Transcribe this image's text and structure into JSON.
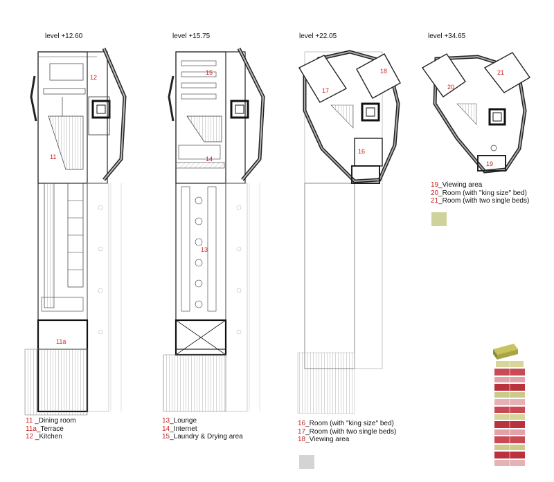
{
  "levels": [
    {
      "label": "level +12.60",
      "rooms": [
        {
          "num": "12"
        },
        {
          "num": "11"
        },
        {
          "num": "11a"
        }
      ],
      "legend": [
        {
          "num": "11",
          "text": " _Dining room"
        },
        {
          "num": "11a",
          "text": "_Terrace"
        },
        {
          "num": "12",
          "text": " _Kitchen"
        }
      ]
    },
    {
      "label": "level +15.75",
      "rooms": [
        {
          "num": "15"
        },
        {
          "num": "14"
        },
        {
          "num": "13"
        }
      ],
      "legend": [
        {
          "num": "13",
          "text": "_Lounge"
        },
        {
          "num": "14",
          "text": "_Internet"
        },
        {
          "num": "15",
          "text": "_Laundry & Drying area"
        }
      ]
    },
    {
      "label": "level +22.05",
      "rooms": [
        {
          "num": "17"
        },
        {
          "num": "18"
        },
        {
          "num": "16"
        }
      ],
      "legend": [
        {
          "num": "16",
          "text": "_Room (with \"king size\" bed)"
        },
        {
          "num": "17",
          "text": "_Room (with two single beds)"
        },
        {
          "num": "18",
          "text": "_Viewing area"
        }
      ]
    },
    {
      "label": "level +34.65",
      "rooms": [
        {
          "num": "21"
        },
        {
          "num": "20"
        },
        {
          "num": "19"
        }
      ],
      "legend": [
        {
          "num": "19",
          "text": "_Viewing area"
        },
        {
          "num": "20",
          "text": "_Room (with \"king size\" bed)"
        },
        {
          "num": "21",
          "text": "_Room (with two single beds)"
        }
      ]
    }
  ],
  "colors": {
    "room_number": "#c8201e",
    "swatch_grey": "#d4d4d4",
    "swatch_olive": "#cfd29a",
    "wall": "#111111",
    "glazing": "#7a7a7a"
  }
}
